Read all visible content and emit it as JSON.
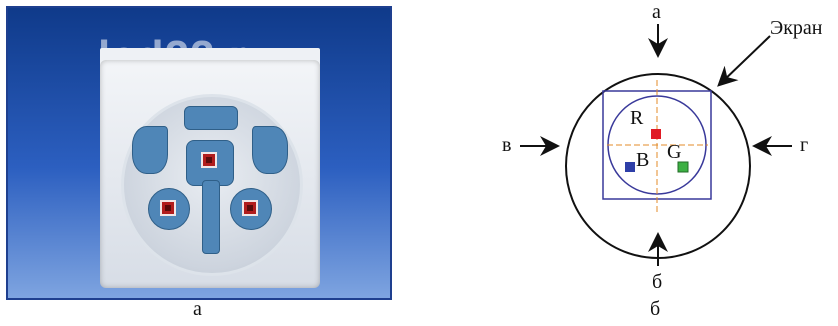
{
  "photo": {
    "watermark": "led22.ru",
    "caption": "а"
  },
  "diagram": {
    "caption": "б",
    "screen_label": "Экран",
    "view_top": "а",
    "view_bottom": "б",
    "view_left": "в",
    "view_right": "г",
    "chips": [
      {
        "label": "R",
        "color": "#e01b24"
      },
      {
        "label": "B",
        "color": "#2e3fa8"
      },
      {
        "label": "G",
        "color": "#3cb043"
      }
    ]
  }
}
